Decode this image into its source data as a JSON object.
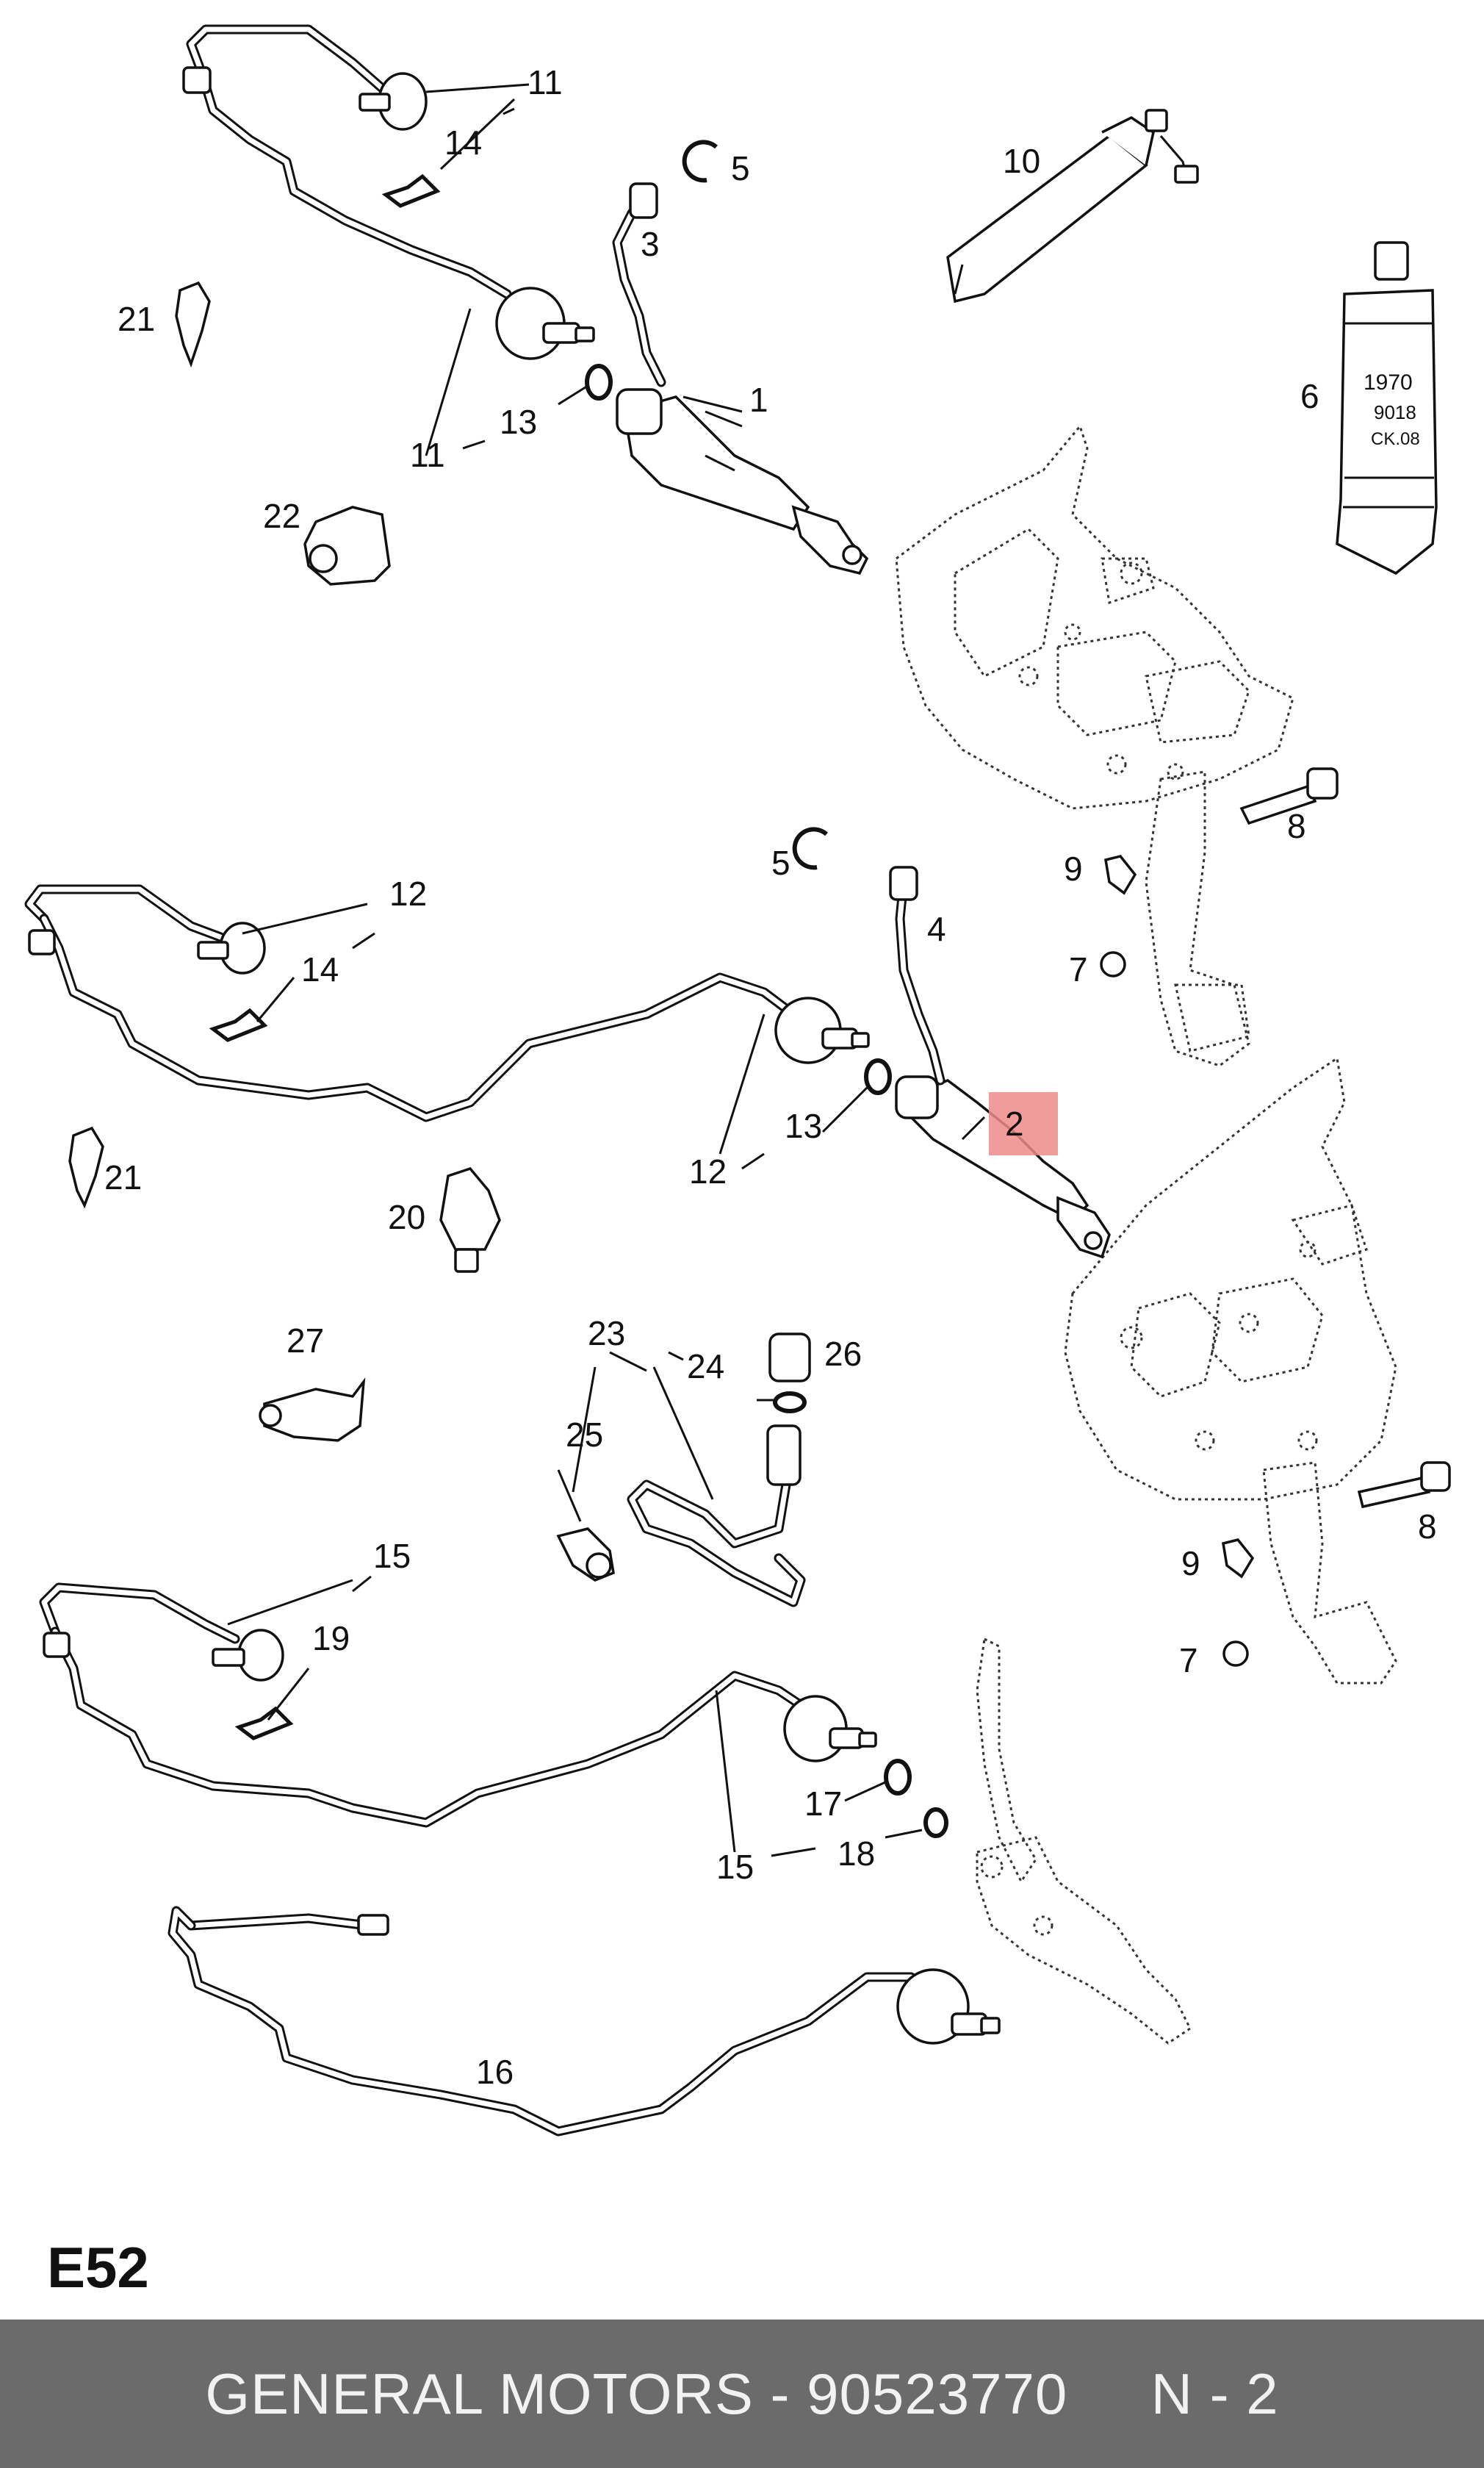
{
  "diagram": {
    "code": "E52",
    "highlight_color": "#f08a8a",
    "highlighted_callout": "2",
    "callouts": {
      "c1": "1",
      "c2": "2",
      "c3": "3",
      "c4": "4",
      "c5a": "5",
      "c5b": "5",
      "c6": "6",
      "c7a": "7",
      "c7b": "7",
      "c8a": "8",
      "c8b": "8",
      "c9a": "9",
      "c9b": "9",
      "c10": "10",
      "c11a": "11",
      "c11b": "11",
      "c12a": "12",
      "c12b": "12",
      "c13a": "13",
      "c13b": "13",
      "c14a": "14",
      "c14b": "14",
      "c15a": "15",
      "c15b": "15",
      "c16": "16",
      "c17": "17",
      "c18": "18",
      "c19": "19",
      "c20": "20",
      "c21a": "21",
      "c21b": "21",
      "c22": "22",
      "c23": "23",
      "c24": "24",
      "c25": "25",
      "c26": "26",
      "c27": "27"
    },
    "tube_print": [
      "1970",
      "9018",
      "CK.08"
    ]
  },
  "footer": {
    "text": "GENERAL MOTORS - 90523770     N - 2",
    "background": "#6b6b6b"
  }
}
